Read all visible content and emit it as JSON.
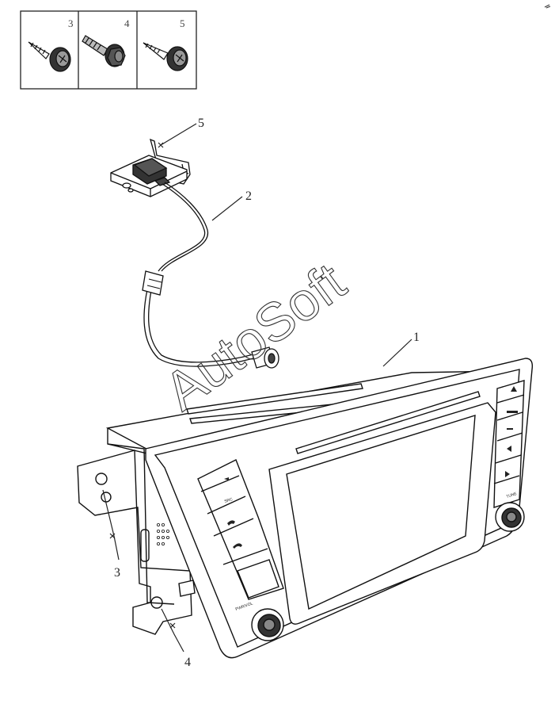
{
  "fastener_boxes": [
    {
      "number": "3",
      "icon": "self-tapping-screw-icon"
    },
    {
      "number": "4",
      "icon": "flange-bolt-icon"
    },
    {
      "number": "5",
      "icon": "self-tapping-screw-icon"
    }
  ],
  "callouts": {
    "head_unit": "1",
    "antenna_cable": "2",
    "bracket_screw": "3",
    "bracket_bolt": "4",
    "antenna_screw": "5"
  },
  "watermark": "AutoSoft",
  "panel_buttons": [
    "SRC"
  ],
  "knob_labels": [
    "PWR/VOL",
    "TUNE"
  ]
}
